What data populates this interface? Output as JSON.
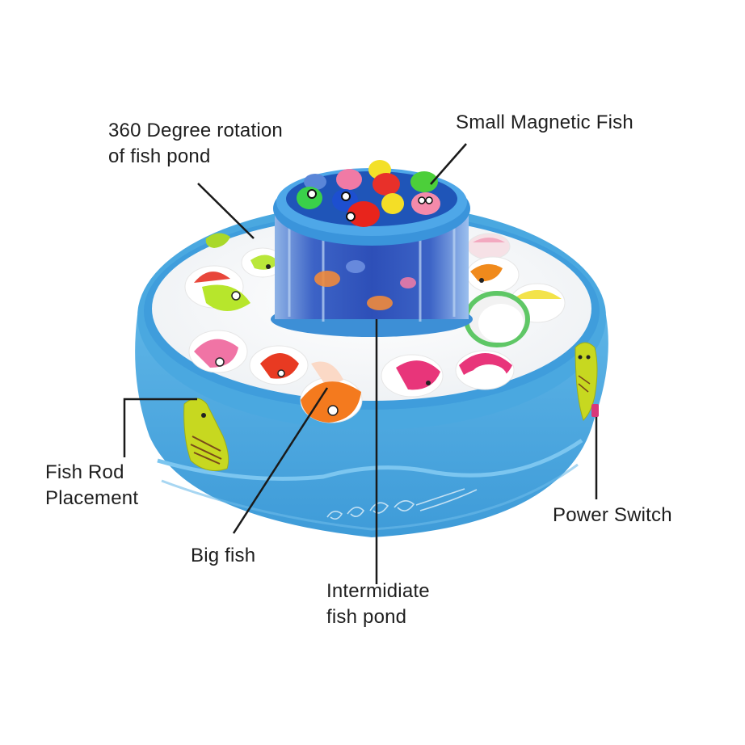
{
  "figure": {
    "subject": "Two-layer rotating fishing game toy",
    "colors": {
      "background": "#ffffff",
      "base_blue": "#4aa8e0",
      "base_blue_dark": "#2f86c8",
      "base_blue_light": "#7cc6f0",
      "deck_white": "#f4f6f8",
      "tower_blue": "#3d8fd6",
      "tank_glass": "#3b63c4",
      "leader_line": "#1a1a1a",
      "label_text": "#1e1e1e",
      "power_switch": "#d8367a",
      "rod_holder": "#c7d820"
    }
  },
  "labels": {
    "rotation": {
      "line1": "360 Degree rotation",
      "line2": "of fish pond"
    },
    "small_fish": {
      "line1": "Small Magnetic Fish"
    },
    "rod_placement": {
      "line1": "Fish Rod",
      "line2": "Placement"
    },
    "big_fish": {
      "line1": "Big fish"
    },
    "intermediate_pond": {
      "line1": "Intermidiate",
      "line2": "fish pond"
    },
    "power_switch": {
      "line1": "Power Switch"
    }
  },
  "components": [
    {
      "name": "top-pond",
      "description": "Small rotating pond with small magnetic fish"
    },
    {
      "name": "intermediate-pond",
      "description": "Transparent aquarium cylinder"
    },
    {
      "name": "lower-deck",
      "description": "Ring of big fish in holes"
    },
    {
      "name": "rod-holders",
      "description": "Yellow fish-shaped rod holders on rim"
    },
    {
      "name": "power-switch",
      "description": "Pink switch on right side of base"
    }
  ]
}
